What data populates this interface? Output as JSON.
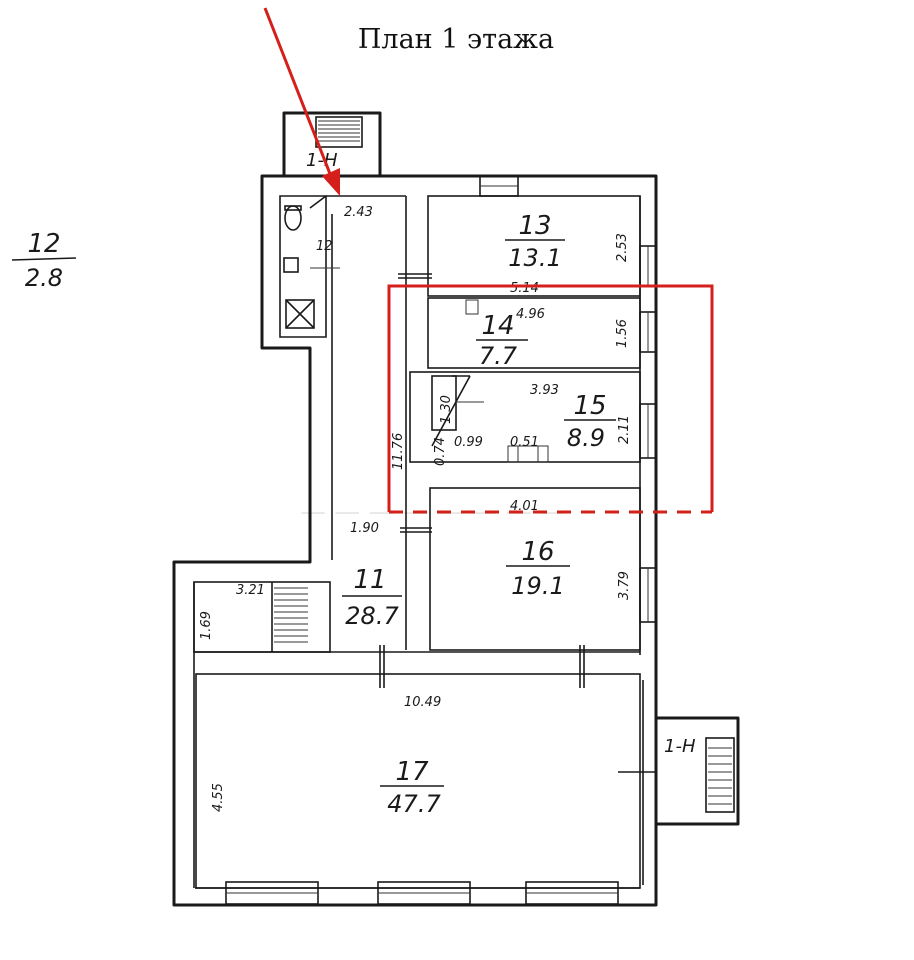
{
  "title": "План 1 этажа",
  "outside_label": {
    "number": "12",
    "area": "2.8"
  },
  "rooms": [
    {
      "id": "11",
      "number": "11",
      "area": "28.7"
    },
    {
      "id": "12",
      "number": "12",
      "area": ""
    },
    {
      "id": "13",
      "number": "13",
      "area": "13.1"
    },
    {
      "id": "14",
      "number": "14",
      "area": "7.7"
    },
    {
      "id": "15",
      "number": "15",
      "area": "8.9"
    },
    {
      "id": "16",
      "number": "16",
      "area": "19.1"
    },
    {
      "id": "17",
      "number": "17",
      "area": "47.7"
    }
  ],
  "entrance_labels": [
    "1-Н",
    "1-Н"
  ],
  "dimensions": {
    "top_corridor": "2.43",
    "r13_height": "2.53",
    "r13_width": "5.14",
    "r14_width": "4.96",
    "r14_height": "1.56",
    "r15_width": "3.93",
    "r15_height": "2.11",
    "closet_height": "1.30",
    "small_a": "0.74",
    "small_b": "0.99",
    "small_c": "0.51",
    "corridor_length": "11.76",
    "r16_width": "4.01",
    "r16_height": "3.79",
    "corridor_width": "1.90",
    "stair_width": "3.21",
    "stair_height": "1.69",
    "r17_width": "10.49",
    "r17_height": "4.55"
  },
  "colors": {
    "ink": "#1a1a1a",
    "highlight": "#d41f1b"
  }
}
